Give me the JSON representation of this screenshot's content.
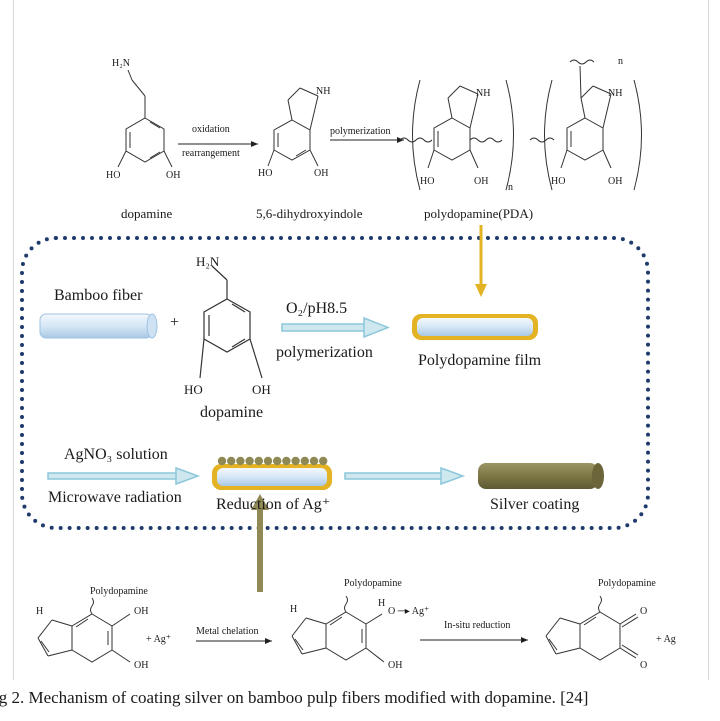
{
  "top_row": {
    "dopamine_label": "dopamine",
    "dhi_label": "5,6-dihydroxyindole",
    "pda_label": "polydopamine(PDA)",
    "oxidation": "oxidation",
    "rearrangement": "rearrangement",
    "polymerization": "polymerization",
    "h2n": "H₂N",
    "ho": "HO",
    "oh": "OH",
    "nh": "NH",
    "n_sub": "n"
  },
  "middle_box": {
    "bamboo_fiber": "Bamboo fiber",
    "plus": "+",
    "h2n": "H₂N",
    "ho": "HO",
    "oh": "OH",
    "dopamine": "dopamine",
    "o2_ph": "O₂/pH8.5",
    "polymerization": "polymerization",
    "pda_film": "Polydopamine film",
    "agno3": "AgNO₃ solution",
    "microwave": "Microwave radiation",
    "reduction": "Reduction of Ag⁺",
    "silver_coating": "Silver coating"
  },
  "bottom_row": {
    "polydopamine_1": "Polydopamine",
    "polydopamine_2": "Polydopamine",
    "polydopamine_3": "Polydopamine",
    "oh_a": "OH",
    "oh_b": "OH",
    "oh_c": "OH",
    "plus_ag": "+  Ag⁺",
    "metal_chelation": "Metal chelation",
    "h_a": "H",
    "h_b": "H",
    "h_c": "H",
    "o_ag": "O ─▸ Ag⁺",
    "in_situ": "In-situ reduction",
    "plus_ag0": "+  Ag",
    "o1": "O",
    "o2": "O"
  },
  "caption": "ig 2. Mechanism of coating silver on bamboo pulp fibers modified with dopamine. [24]",
  "colors": {
    "dots": "#1f3b6b",
    "arrow_blue": "#8cc7da",
    "gold": "#e3b324",
    "olive": "#8f8a55",
    "silver": "#7d7746",
    "fiber_light": "#d4e6f5",
    "fiber_edge": "#9ec3e2"
  }
}
